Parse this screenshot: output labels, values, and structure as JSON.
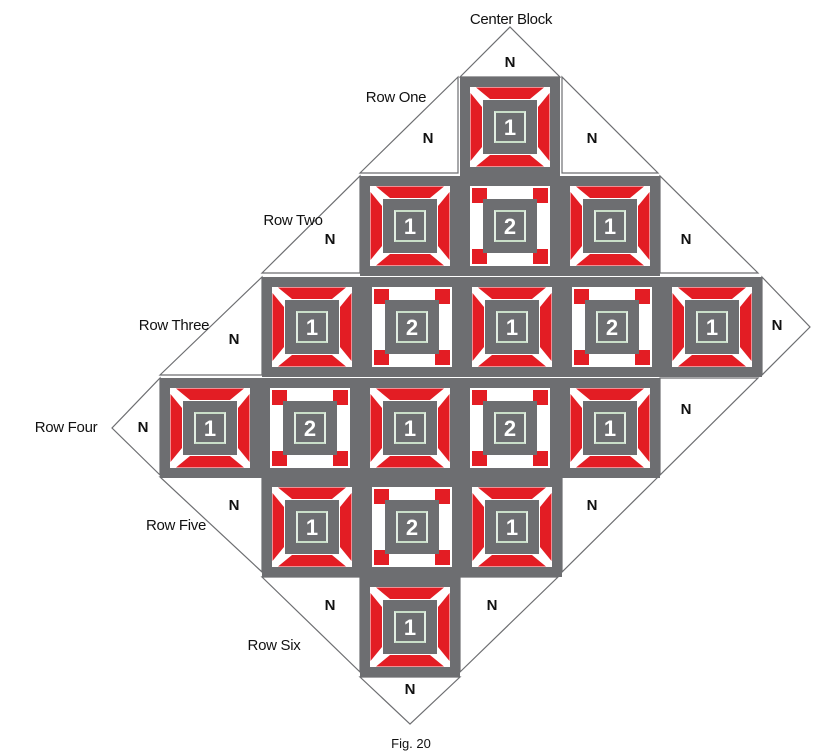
{
  "title": "Center Block",
  "caption": "Fig. 20",
  "filler_letter": "N",
  "rows": [
    {
      "label": "Row One",
      "blocks": [
        "1"
      ]
    },
    {
      "label": "Row Two",
      "blocks": [
        "1",
        "2",
        "1"
      ]
    },
    {
      "label": "Row Three",
      "blocks": [
        "1",
        "2",
        "1",
        "2",
        "1"
      ]
    },
    {
      "label": "Row Four",
      "blocks": [
        "1",
        "2",
        "1",
        "2",
        "1"
      ]
    },
    {
      "label": "Row Five",
      "blocks": [
        "1",
        "2",
        "1"
      ]
    },
    {
      "label": "Row Six",
      "blocks": [
        "1"
      ]
    }
  ],
  "colors": {
    "gray": "#6d6e71",
    "red": "#e31d24",
    "green": "#c9dec8",
    "white": "#ffffff",
    "outline": "#6d6e71",
    "number": "#ffffff"
  }
}
